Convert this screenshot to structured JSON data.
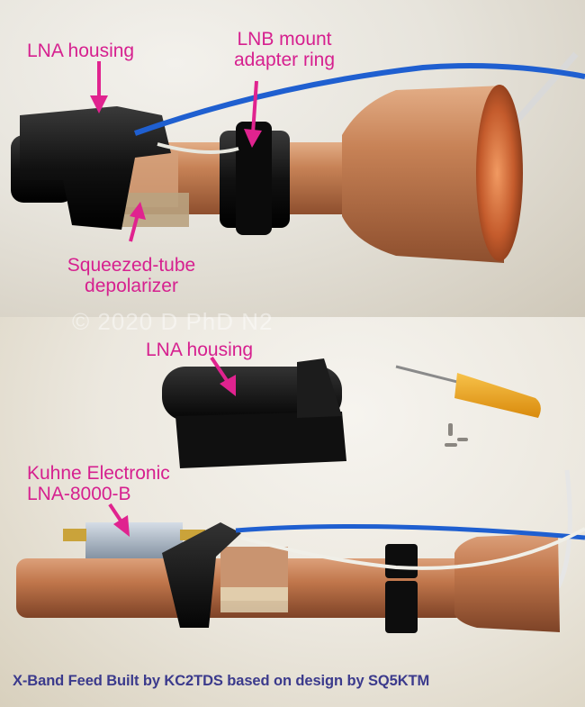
{
  "top_photo": {
    "labels": {
      "lna_housing": "LNA housing",
      "lnb_mount_line1": "LNB mount",
      "lnb_mount_line2": "adapter ring",
      "depolarizer_line1": "Squeezed-tube",
      "depolarizer_line2": "depolarizer"
    }
  },
  "watermark": "© 2020 D              PhD N2",
  "bottom_photo": {
    "labels": {
      "lna_housing": "LNA housing",
      "lna_model_line1": "Kuhne Electronic",
      "lna_model_line2": "LNA-8000-B"
    }
  },
  "caption": "X-Band Feed Built by KC2TDS based on design by SQ5KTM",
  "colors": {
    "annotation": "#d6208f",
    "caption": "#3b3a8c",
    "copper": "#c27a4f",
    "black_plastic": "#141414",
    "cable_blue": "#1f5fd0",
    "screwdriver_handle": "#f0a820"
  }
}
